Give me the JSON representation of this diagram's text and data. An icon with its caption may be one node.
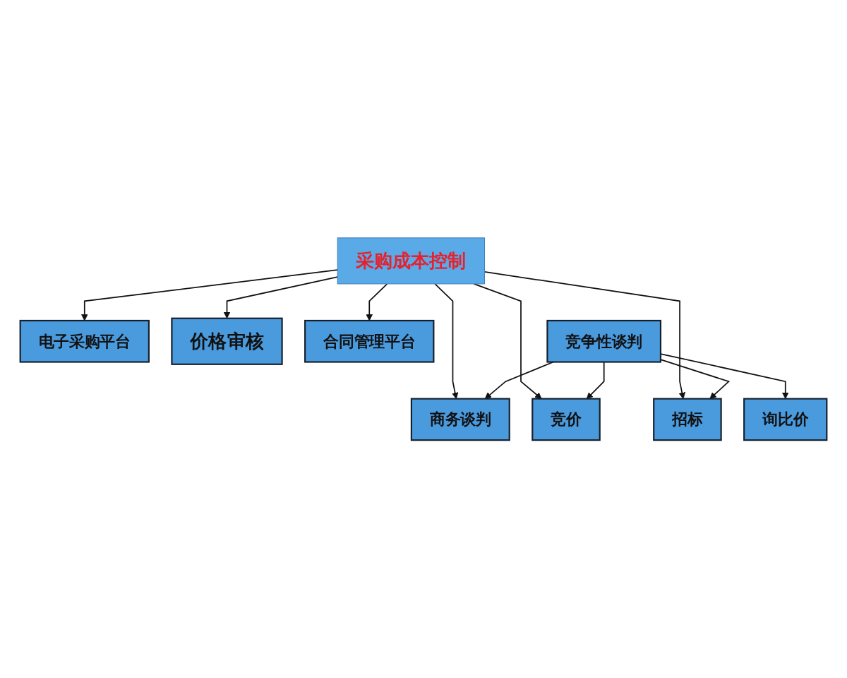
{
  "diagram": {
    "nodes": [
      {
        "text": [
          "采购成本控制"
        ]
      },
      {
        "text": [
          "电子采购平台"
        ]
      },
      {
        "text": [
          "价格审核"
        ]
      },
      {
        "text": [
          "合同管理平台"
        ]
      },
      {
        "text": [
          "商务谈判"
        ]
      },
      {
        "text": [
          "询比价"
        ]
      },
      {
        "text": [
          "竞价"
        ]
      },
      {
        "text": [
          "招标"
        ]
      },
      {
        "text": [
          "竞争性谈判"
        ]
      }
    ],
    "edges": [
      {
        "from": 0,
        "to": 1,
        "arrow": "to"
      },
      {
        "from": 0,
        "to": 2,
        "arrow": "to"
      },
      {
        "from": 0,
        "to": 3,
        "arrow": "to"
      },
      {
        "from": 0,
        "to": 4,
        "arrow": "to"
      },
      {
        "from": 0,
        "to": 6,
        "arrow": "to"
      },
      {
        "from": 0,
        "to": 7,
        "arrow": "to"
      },
      {
        "from": 8,
        "to": 4,
        "arrow": "to"
      },
      {
        "from": 8,
        "to": 5,
        "arrow": "to"
      },
      {
        "from": 8,
        "to": 6,
        "arrow": "to"
      },
      {
        "from": 8,
        "to": 7,
        "arrow": "to"
      }
    ]
  }
}
